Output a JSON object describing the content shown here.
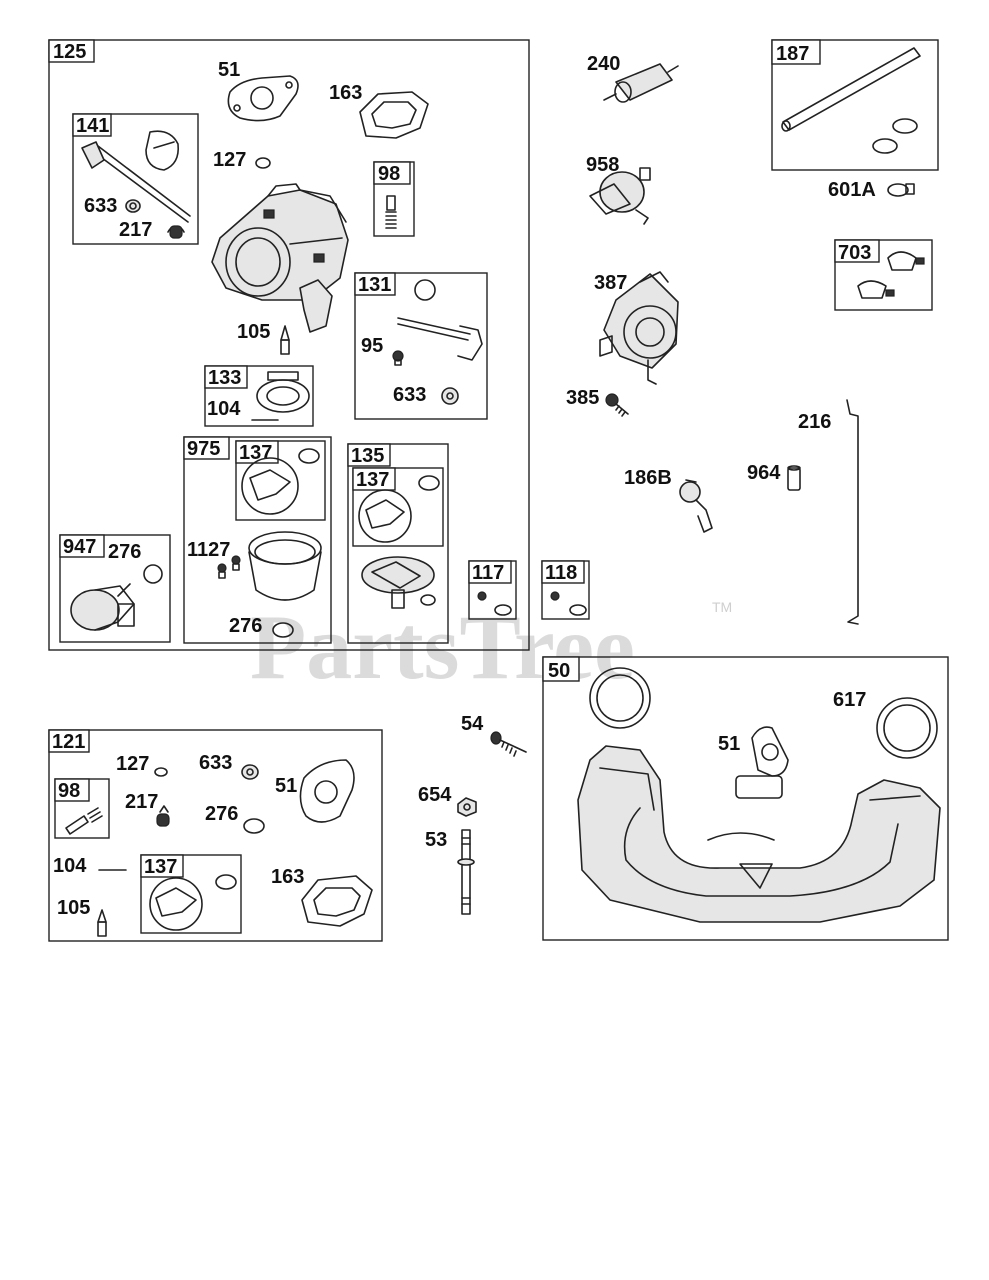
{
  "watermark": {
    "text": "PartsTree",
    "trademark": "TM"
  },
  "boxes": {
    "b125": "125",
    "b141": "141",
    "b98a": "98",
    "b131": "131",
    "b133": "133",
    "b975": "975",
    "b137a": "137",
    "b135": "135",
    "b137b": "137",
    "b947": "947",
    "b117": "117",
    "b118": "118",
    "b187": "187",
    "b703": "703",
    "b50": "50",
    "b121": "121",
    "b98b": "98",
    "b137c": "137"
  },
  "labels": {
    "l51a": "51",
    "l163a": "163",
    "l127a": "127",
    "l633a": "633",
    "l217a": "217",
    "l105a": "105",
    "l95": "95",
    "l633b": "633",
    "l104a": "104",
    "l276a": "276",
    "l1127": "1127",
    "l276b": "276",
    "l240": "240",
    "l958": "958",
    "l601A": "601A",
    "l387": "387",
    "l385": "385",
    "l216": "216",
    "l186B": "186B",
    "l964": "964",
    "l54": "54",
    "l654": "654",
    "l53": "53",
    "l51b": "51",
    "l617": "617",
    "l127b": "127",
    "l633c": "633",
    "l217b": "217",
    "l276c": "276",
    "l51c": "51",
    "l104b": "104",
    "l163b": "163",
    "l105b": "105"
  }
}
